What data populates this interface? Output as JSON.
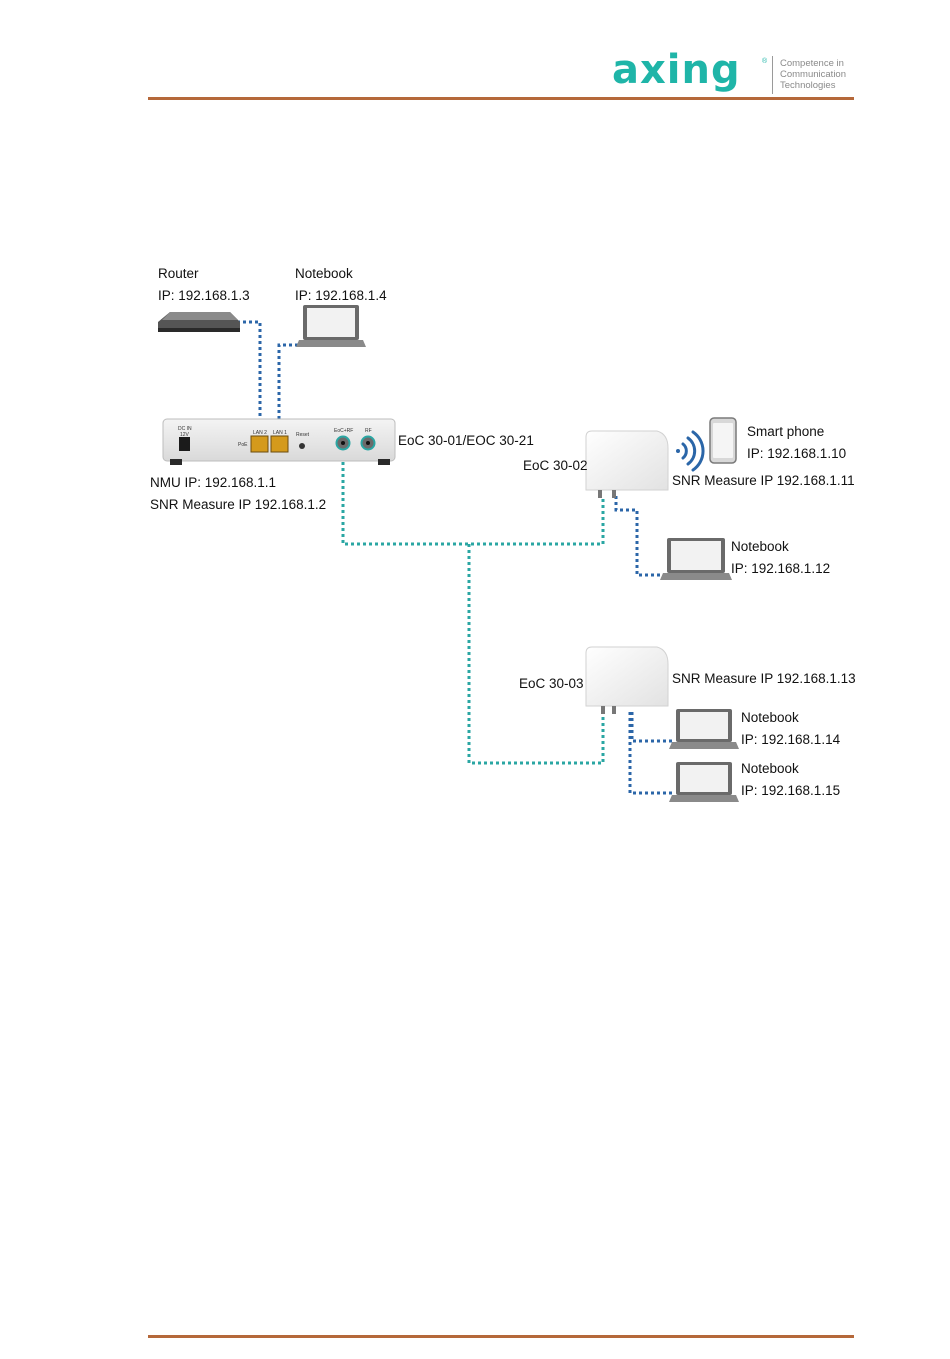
{
  "header": {
    "logo_text": "axing",
    "logo_registered": "®",
    "tagline": [
      "Competence in",
      "Communication",
      "Technologies"
    ],
    "accent_color": "#b5683a",
    "brand_color": "#1fb5a8"
  },
  "diagram": {
    "router": {
      "name": "Router",
      "ip": "IP: 192.168.1.3"
    },
    "notebook_top": {
      "name": "Notebook",
      "ip": "IP: 192.168.1.4"
    },
    "master": {
      "model": "EoC 30-01/EOC 30-21",
      "nmu_ip": "NMU IP: 192.168.1.1",
      "snr_ip": "SNR Measure IP 192.168.1.2",
      "port_labels": {
        "dc_in": "DC IN",
        "dc_volt": "12V",
        "poe": "PoE",
        "lan2": "LAN 2",
        "lan1": "LAN 1",
        "reset": "Reset",
        "eoc_rf": "EoC+RF",
        "rf": "RF"
      }
    },
    "slave_1": {
      "model": "EoC 30-02",
      "snr_ip": "SNR Measure IP 192.168.1.11"
    },
    "smartphone": {
      "name": "Smart phone",
      "ip": "IP: 192.168.1.10"
    },
    "notebook_1": {
      "name": "Notebook",
      "ip": "IP: 192.168.1.12"
    },
    "slave_2": {
      "model": "EoC 30-03",
      "snr_ip": "SNR Measure IP 192.168.1.13"
    },
    "notebook_2": {
      "name": "Notebook",
      "ip": "IP: 192.168.1.14"
    },
    "notebook_3": {
      "name": "Notebook",
      "ip": "IP: 192.168.1.15"
    },
    "colors": {
      "lan_line": "#2b66a8",
      "coax_line": "#2aa6a3"
    }
  }
}
